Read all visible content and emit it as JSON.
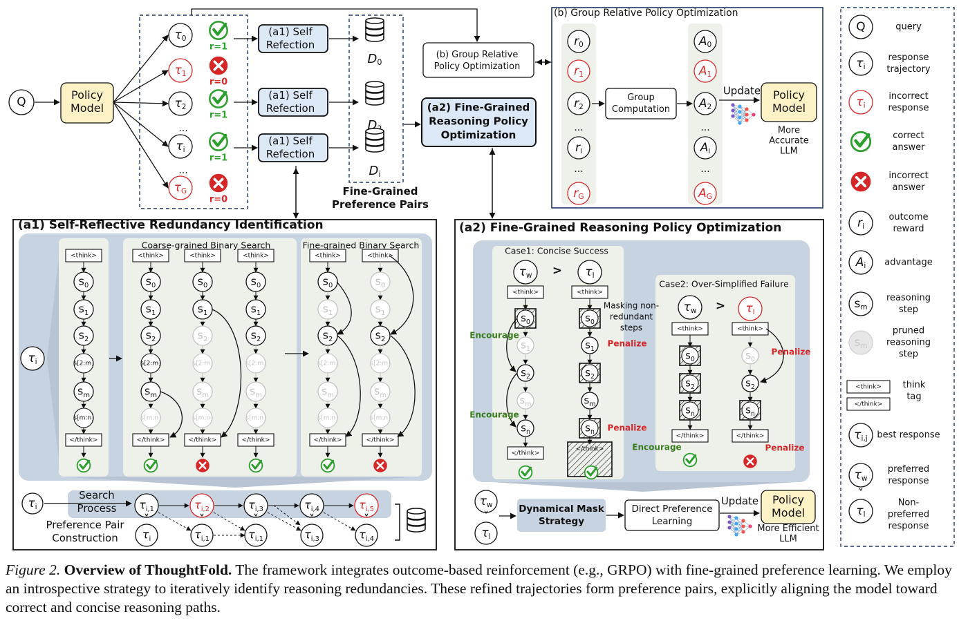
{
  "caption": {
    "label": "Figure 2.",
    "title": "Overview of ThoughtFold.",
    "text": "The framework integrates outcome-based reinforcement (e.g., GRPO) with fine-grained preference learning. We employ an introspective strategy to iteratively identify reasoning redundancies. These refined trajectories form preference pairs, explicitly aligning the model toward correct and concise reasoning paths."
  },
  "top": {
    "query": "Q",
    "policy_model": [
      "Policy",
      "Model"
    ],
    "trajectories": [
      {
        "base": "τ",
        "sub": "0",
        "red": false,
        "ok": true,
        "r": "r=1"
      },
      {
        "base": "τ",
        "sub": "1",
        "red": true,
        "ok": false,
        "r": "r=0"
      },
      {
        "base": "τ",
        "sub": "2",
        "red": false,
        "ok": true,
        "r": "r=1"
      },
      {
        "base": "τ",
        "sub": "i",
        "red": false,
        "ok": true,
        "r": "r=1"
      },
      {
        "base": "τ",
        "sub": "G",
        "red": true,
        "ok": false,
        "r": "r=0"
      }
    ],
    "dots": "...",
    "self_reflection": [
      "(a1) Self",
      "Refection"
    ],
    "self_reflection_b": [
      "(a1) Self",
      "Refection"
    ],
    "datasets": [
      {
        "base": "D",
        "sub": "0"
      },
      {
        "base": "D",
        "sub": "2"
      },
      {
        "base": "D",
        "sub": "i"
      }
    ],
    "pairs_label": [
      "Fine-Grained",
      "Preference Pairs"
    ],
    "grpo_small": [
      "(b) Group Relative",
      "Policy Optimization"
    ],
    "fgrpo": [
      "(a2) Fine-Grained",
      "Reasoning Policy",
      "Optimization"
    ]
  },
  "grpo": {
    "title": "(b) Group Relative Policy Optimization",
    "rewards": [
      {
        "sub": "0",
        "red": false
      },
      {
        "sub": "1",
        "red": true
      },
      {
        "sub": "2",
        "red": false
      },
      {
        "sub": "i",
        "red": false
      },
      {
        "sub": "G",
        "red": true
      }
    ],
    "advantages": [
      {
        "sub": "0",
        "red": false
      },
      {
        "sub": "1",
        "red": true
      },
      {
        "sub": "2",
        "red": false
      },
      {
        "sub": "i",
        "red": false
      },
      {
        "sub": "G",
        "red": true
      }
    ],
    "group": [
      "Group",
      "Computation"
    ],
    "update": "Update",
    "policy": [
      "Policy",
      "Model"
    ],
    "more": [
      "More",
      "Accurate",
      "LLM"
    ]
  },
  "a1": {
    "title": "(a1) Self-Reflective Redundancy Identification",
    "coarse": "Coarse-grained Binary Search",
    "fine": "Fine-grained Binary Search",
    "think_open": "<think>",
    "think_close": "</think>",
    "search": [
      "Search",
      "Process"
    ],
    "pref": [
      "Preference Pair",
      "Construction"
    ],
    "bottom_top": [
      {
        "sub": "i,1",
        "red": false
      },
      {
        "sub": "i,2",
        "red": true
      },
      {
        "sub": "i,3",
        "red": false
      },
      {
        "sub": "i,4",
        "red": false
      },
      {
        "sub": "i,5",
        "red": true
      }
    ],
    "bottom_low": [
      {
        "sub": "i"
      },
      {
        "sub": "i,1"
      },
      {
        "sub": "i,1"
      },
      {
        "sub": "i,3"
      },
      {
        "sub": "i,4"
      }
    ]
  },
  "a2": {
    "title": "(a2) Fine-Grained Reasoning Policy Optimization",
    "case1": "Case1: Concise Success",
    "case2": "Case2: Over-Simplified Failure",
    "masking": [
      "Masking non-",
      "redundant",
      "steps"
    ],
    "encourage": "Encourage",
    "penalize": "Penalize",
    "mask_strategy": [
      "Dynamical Mask",
      "Strategy"
    ],
    "dpl": [
      "Direct Preference",
      "Learning"
    ],
    "update": "Update",
    "policy": [
      "Policy",
      "Model"
    ],
    "more": [
      "More Efficient",
      "LLM"
    ]
  },
  "legend": [
    {
      "sym": "Q",
      "label": [
        "query"
      ]
    },
    {
      "sym": "τi",
      "label": [
        "response",
        "trajectory"
      ]
    },
    {
      "sym": "τi-red",
      "label": [
        "incorrect",
        "response"
      ]
    },
    {
      "sym": "check",
      "label": [
        "correct",
        "answer"
      ]
    },
    {
      "sym": "cross",
      "label": [
        "incorrect",
        "answer"
      ]
    },
    {
      "sym": "ri",
      "label": [
        "outcome",
        "reward"
      ]
    },
    {
      "sym": "Ai",
      "label": [
        "advantage"
      ]
    },
    {
      "sym": "sm",
      "label": [
        "reasoning",
        "step"
      ]
    },
    {
      "sym": "sm-faded",
      "label": [
        "pruned",
        "reasoning",
        "step"
      ]
    },
    {
      "sym": "think",
      "label": [
        "think",
        "tag"
      ]
    },
    {
      "sym": "τij",
      "label": [
        "best response"
      ]
    },
    {
      "sym": "τw",
      "label": [
        "preferred",
        "response"
      ]
    },
    {
      "sym": "τl",
      "label": [
        "Non-",
        "preferred",
        "response"
      ]
    }
  ],
  "colors": {
    "red": "#d62728",
    "green": "#2ca02c",
    "yellow": "#fdf1c6",
    "blue_box": "#dce8f5",
    "panel": "#c7d3e1",
    "col": "#eef0ea",
    "navy": "#1f3763",
    "encourage": "#3a7d1e",
    "penalize": "#d62728"
  }
}
